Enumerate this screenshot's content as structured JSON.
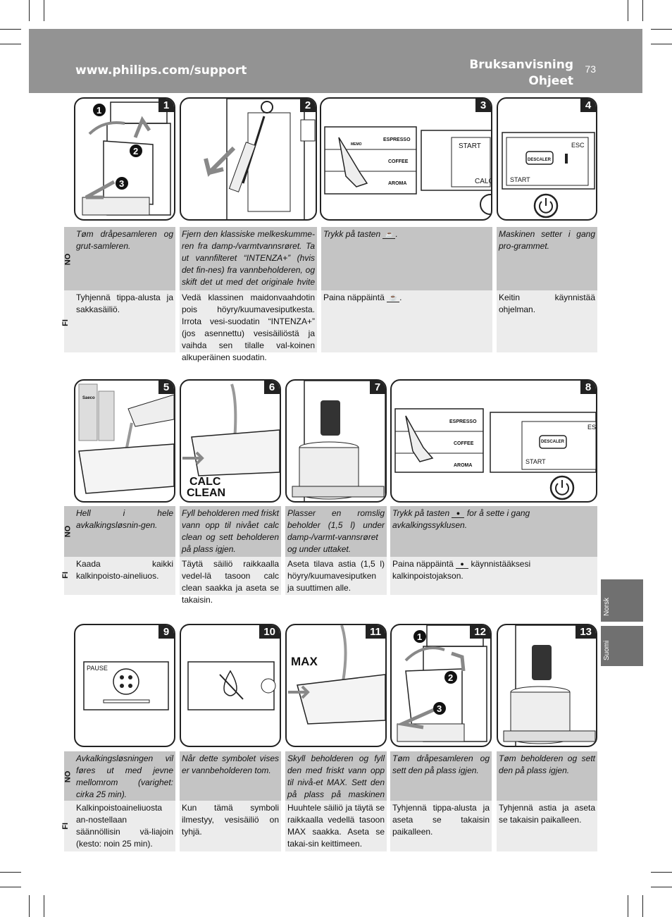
{
  "header": {
    "url": "www.philips.com/support",
    "title_line1": "Bruksanvisning",
    "title_line2": "Ohjeet",
    "page_number": "73"
  },
  "side_tabs": [
    "Norsk",
    "Suomi"
  ],
  "lang_labels": {
    "no": "NO",
    "fi": "FI"
  },
  "steps": [
    {
      "num": "1",
      "no": "Tøm dråpesamleren og grut-samleren.",
      "fi": "Tyhjennä tippa-alusta ja sakkasäiliö."
    },
    {
      "num": "2",
      "no": "Fjern den klassiske melkeskumme-ren fra damp-/varmtvannsrøret. Ta ut vannfilteret “INTENZA+” (hvis det fin-nes) fra vannbeholderen, og skift det ut med det originale hvite filteret.",
      "fi": "Vedä klassinen maidonvaahdotin pois höyry/kuumavesiputkesta. Irrota vesi-suodatin “INTENZA+” (jos asennettu) vesisäiliöstä ja vaihda sen tilalle val-koinen alkuperäinen suodatin."
    },
    {
      "num": "3",
      "no": "Trykk på tasten",
      "fi": "Paina näppäintä"
    },
    {
      "num": "4",
      "no": "Maskinen setter i gang pro-grammet.",
      "fi": "Keitin käynnistää ohjelman."
    },
    {
      "num": "5",
      "no": "Hell i hele avkalkingsløsnin-gen.",
      "fi": "Kaada kaikki kalkinpoisto-aineliuos."
    },
    {
      "num": "6",
      "no": "Fyll beholderen med friskt vann opp til nivået calc clean og sett beholderen på plass igjen.",
      "fi": "Täytä säiliö raikkaalla vedel-lä tasoon calc clean saakka ja aseta se takaisin."
    },
    {
      "num": "7",
      "no": "Plasser en romslig beholder (1,5 l) under damp-/varmt-vannsrøret og under uttaket.",
      "fi": "Aseta tilava astia (1,5 l) höyry/kuumavesiputken ja suuttimen alle."
    },
    {
      "num": "8",
      "no_a": "Trykk på tasten",
      "no_b": "for å sette i gang avkalkingssyklusen.",
      "fi_a": "Paina näppäintä",
      "fi_b": "käynnistääksesi kalkinpoistojakson."
    },
    {
      "num": "9",
      "no": "Avkalkingsløsningen vil føres ut med jevne mellomrom (varighet: cirka 25 min).",
      "fi": "Kalkinpoistoaineliuosta an-nostellaan säännöllisin vä-liajoin (kesto: noin 25 min)."
    },
    {
      "num": "10",
      "no": "Når dette symbolet vises er vannbeholderen tom.",
      "fi": "Kun tämä symboli ilmestyy, vesisäiliö on tyhjä."
    },
    {
      "num": "11",
      "no": "Skyll beholderen og fyll den med friskt vann opp til nivå-et MAX. Sett den på plass på maskinen igjen.",
      "fi": "Huuhtele säiliö ja täytä se raikkaalla vedellä tasoon MAX saakka. Aseta se takai-sin keittimeen."
    },
    {
      "num": "12",
      "no": "Tøm dråpesamleren og sett den på plass igjen.",
      "fi": "Tyhjennä tippa-alusta ja aseta se takaisin paikalleen."
    },
    {
      "num": "13",
      "no": "Tøm beholderen og sett den på plass igjen.",
      "fi": "Tyhjennä astia ja aseta se takaisin paikalleen."
    }
  ],
  "illustration_labels": {
    "espresso": "ESPRESSO",
    "coffee": "COFFEE",
    "aroma": "AROMA",
    "memo": "MEMO",
    "start": "START",
    "calc": "CALC",
    "esc": "ESC",
    "descaler": "DESCALER",
    "calc_clean_1": "CALC",
    "calc_clean_2": "CLEAN",
    "max": "MAX",
    "pause": "PAUSE",
    "saeco": "Saeco"
  },
  "colors": {
    "header_bg": "#939393",
    "no_bg": "#c4c4c4",
    "fi_bg": "#ececec",
    "tab_bg": "#707070"
  }
}
